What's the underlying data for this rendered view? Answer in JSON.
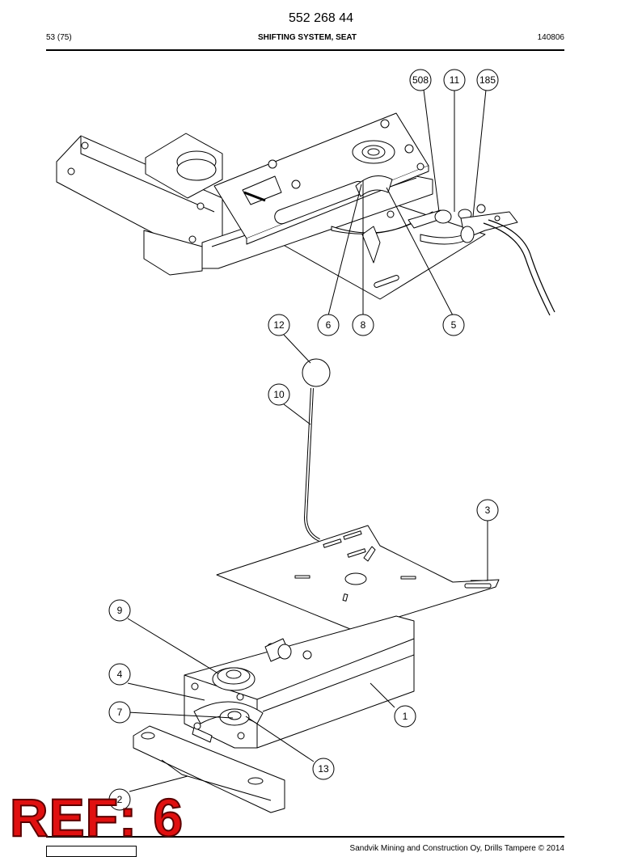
{
  "header": {
    "doc_number": "552 268 44",
    "page_ref": "53 (75)",
    "section_title": "SHIFTING SYSTEM, SEAT",
    "doc_date": "140806"
  },
  "callouts": {
    "c508": "508",
    "c11": "11",
    "c185": "185",
    "c6": "6",
    "c8": "8",
    "c5": "5",
    "c12": "12",
    "c10": "10",
    "c3": "3",
    "c9": "9",
    "c4": "4",
    "c7": "7",
    "c1": "1",
    "c13": "13",
    "c2": "2"
  },
  "stamp": {
    "text": "REF: 6"
  },
  "footer": {
    "text": "Sandvik Mining and Construction Oy, Drills Tampere © 2014"
  }
}
